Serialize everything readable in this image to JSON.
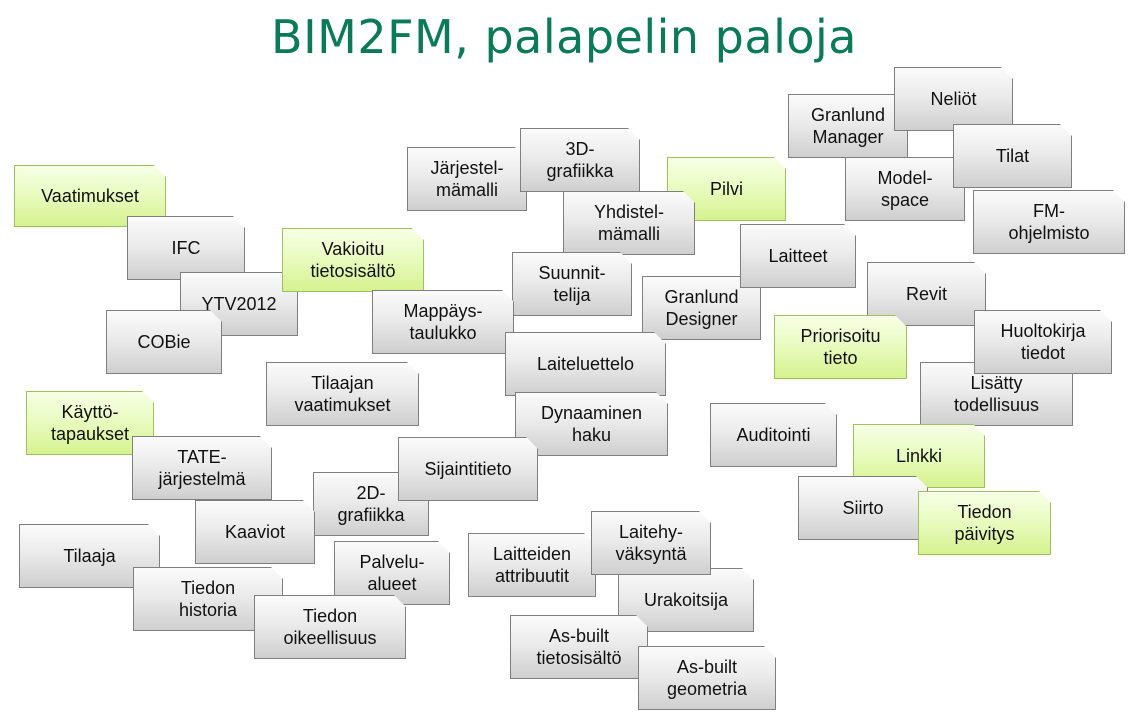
{
  "title": "BIM2FM, palapelin paloja",
  "cards": {
    "vaatimukset": "Vaatimukset",
    "ifc": "IFC",
    "vakioitu": "Vakioitu\ntietosisältö",
    "ytv2012": "YTV2012",
    "cobie": "COBie",
    "jarjestelmamalli": "Järjestel-\nmämalli",
    "grafiikka3d": "3D-\ngrafiikka",
    "pilvi": "Pilvi",
    "yhdistelmamalli": "Yhdistel-\nmämalli",
    "suunnittelija": "Suunnit-\ntelija",
    "mappaystaulukko": "Mappäys-\ntaulukko",
    "laiteluettelo": "Laiteluettelo",
    "granlund_designer": "Granlund\nDesigner",
    "laitteet": "Laitteet",
    "granlund_manager": "Granlund\nManager",
    "neliot": "Neliöt",
    "tilat": "Tilat",
    "modelspace": "Model-\nspace",
    "fm_ohjelmisto": "FM-\nohjelmisto",
    "revit": "Revit",
    "priorisoitu": "Priorisoitu\ntieto",
    "huoltokirja": "Huoltokirja\ntiedot",
    "lisatty": "Lisätty\ntodellisuus",
    "tilaajan_vaatimukset": "Tilaajan\nvaatimukset",
    "kayttotapaukset": "Käyttö-\ntapaukset",
    "dynaaminen_haku": "Dynaaminen\nhaku",
    "auditointi": "Auditointi",
    "linkki": "Linkki",
    "tate": "TATE-\njärjestelmä",
    "sijaintitieto": "Sijaintitieto",
    "siirto": "Siirto",
    "tiedon_paivitys": "Tiedon\npäivitys",
    "grafiikka2d": "2D-\ngrafiikka",
    "kaaviot": "Kaaviot",
    "tilaaja": "Tilaaja",
    "palvelualueet": "Palvelu-\nalueet",
    "laitteiden_attribuutit": "Laitteiden\nattribuutit",
    "laitehyvaksynta": "Laitehy-\nväksyntä",
    "tiedon_historia": "Tiedon\nhistoria",
    "urakoitsija": "Urakoitsija",
    "tiedon_oikeellisuus": "Tiedon\noikeellisuus",
    "asbuilt_tietosisalto": "As-built\ntietosisältö",
    "asbuilt_geometria": "As-built\ngeometria"
  },
  "colors": {
    "title": "#0b7a57",
    "card_grey": "#d9d9d9",
    "card_green": "#e8fbbe"
  }
}
